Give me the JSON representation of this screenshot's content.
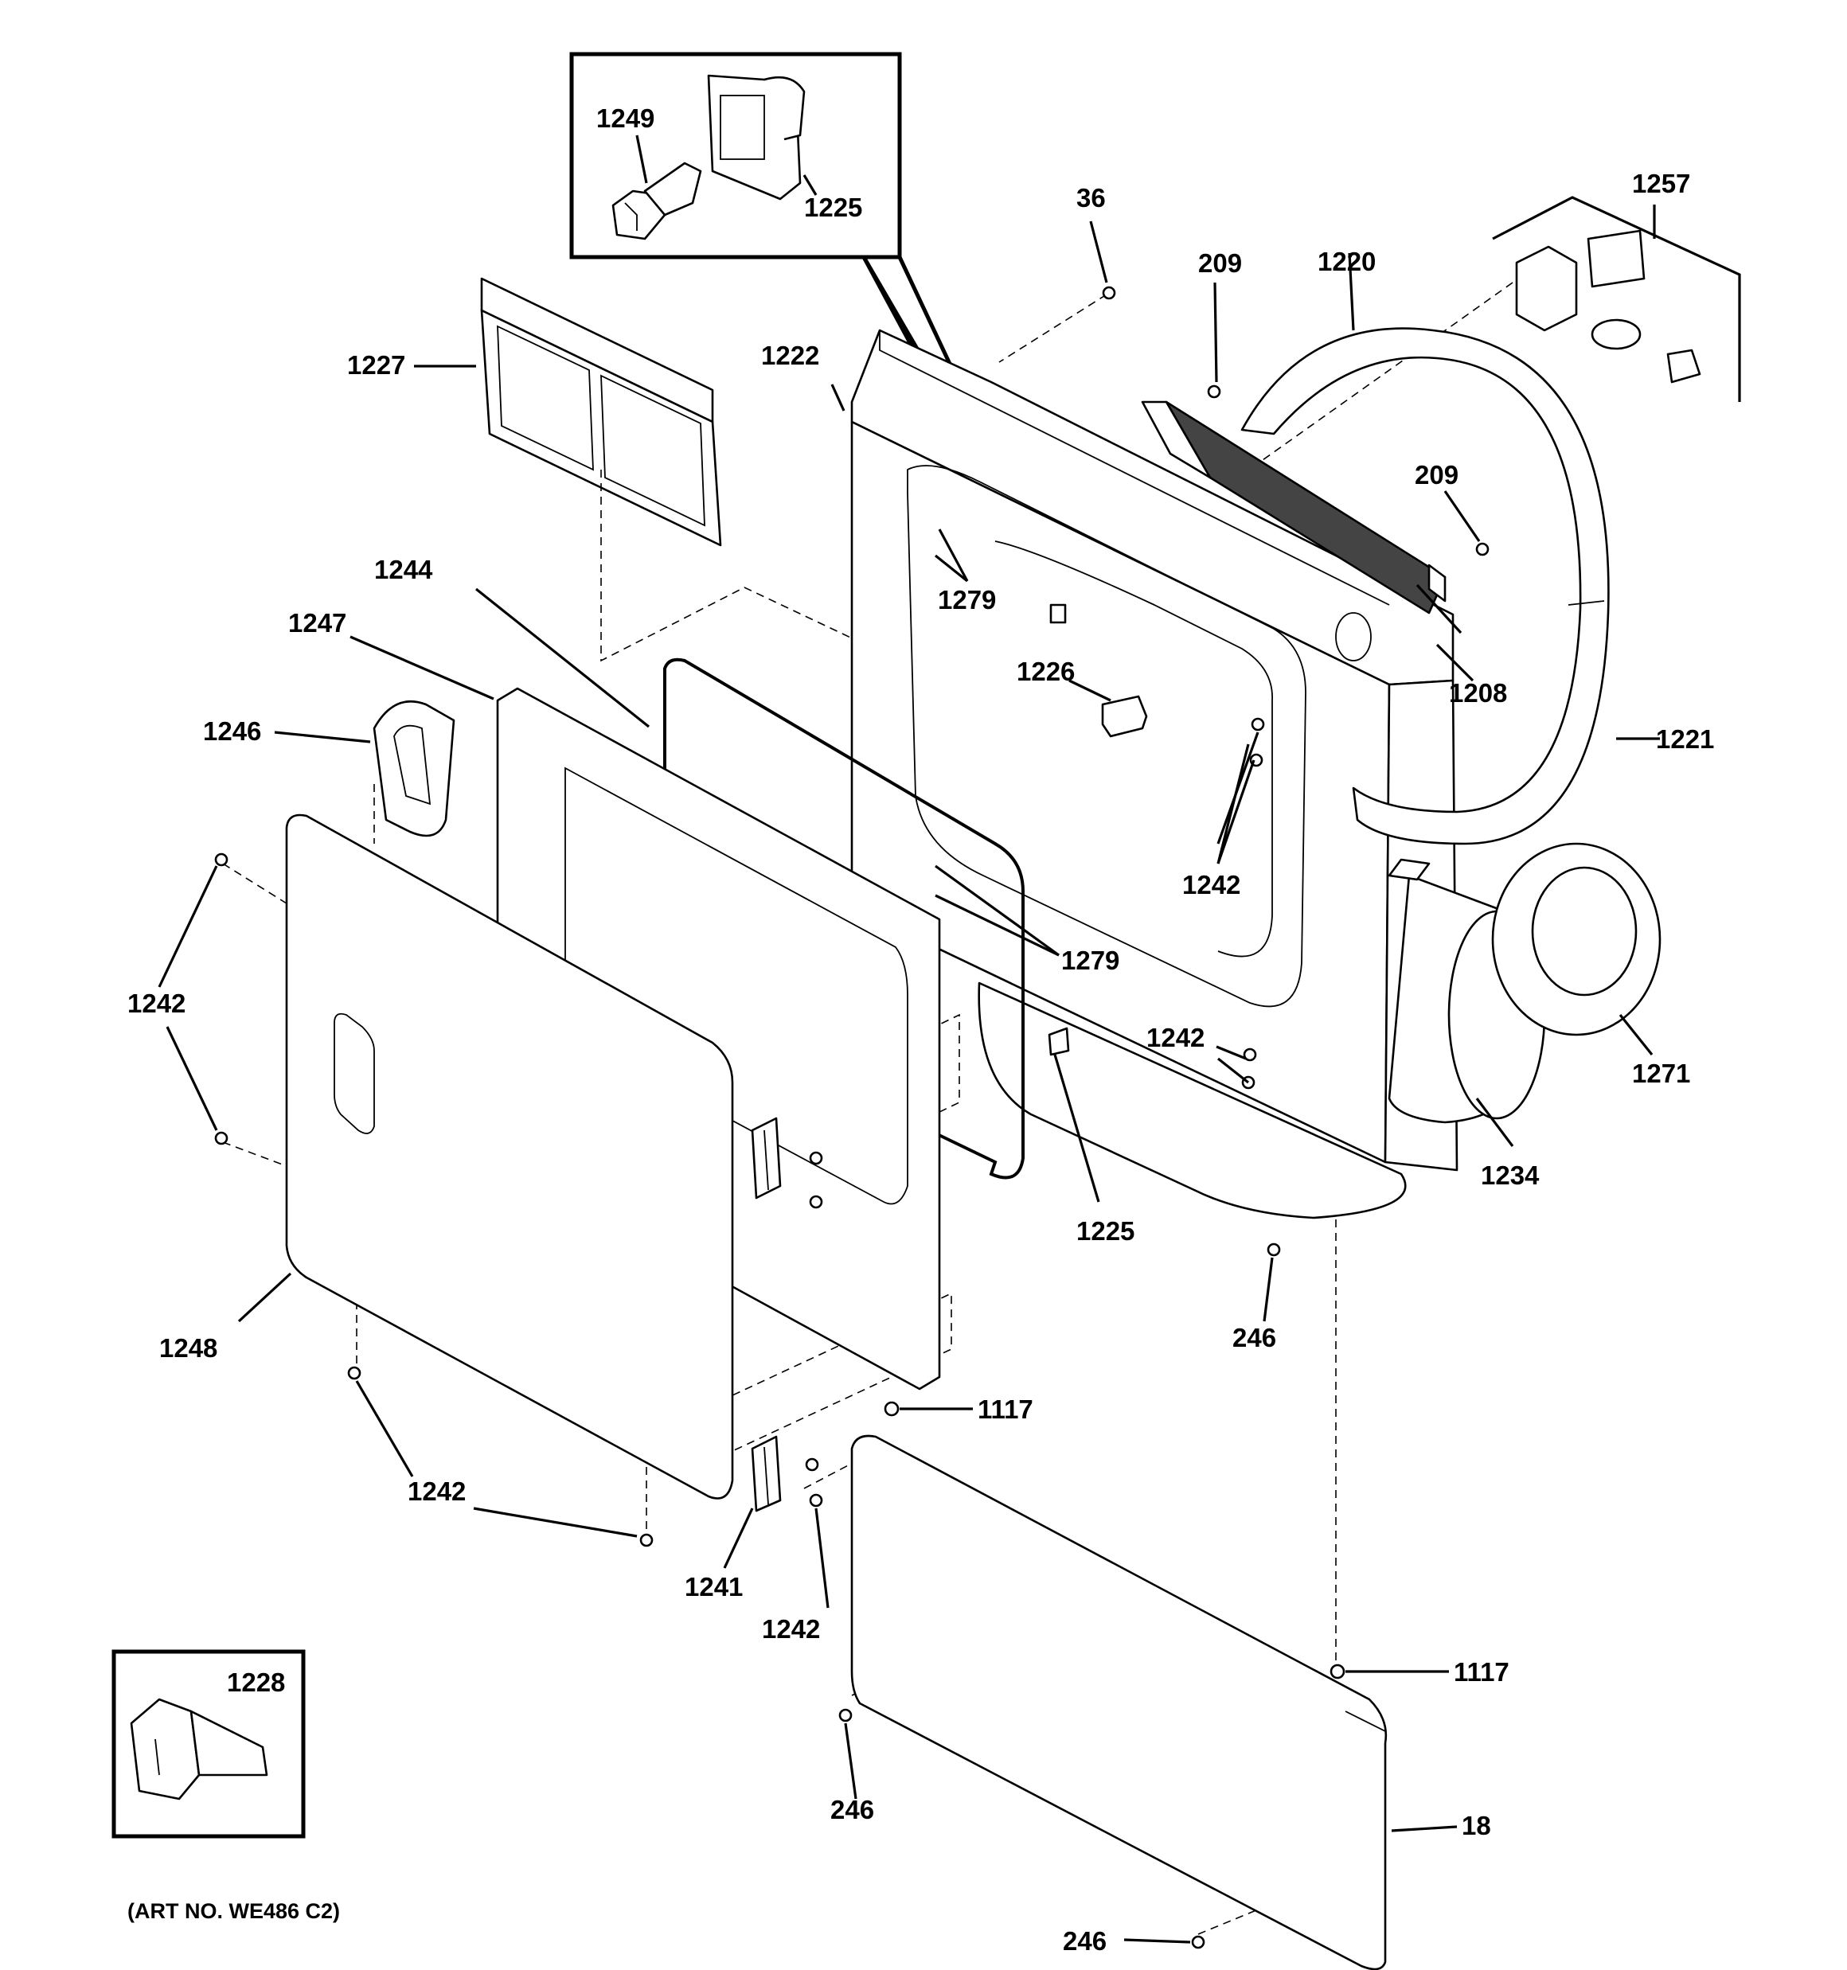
{
  "diagram": {
    "art_number": "(ART NO. WE486 C2)",
    "labels": {
      "l1249": "1249",
      "l1225a": "1225",
      "l36": "36",
      "l209a": "209",
      "l1220": "1220",
      "l1257": "1257",
      "l1227": "1227",
      "l1222": "1222",
      "l209b": "209",
      "l1244": "1244",
      "l1279a": "1279",
      "l1247": "1247",
      "l1226": "1226",
      "l1208": "1208",
      "l1246": "1246",
      "l1221": "1221",
      "l1242a": "1242",
      "l1279b": "1279",
      "l1242b": "1242",
      "l1242c": "1242",
      "l1271": "1271",
      "l1234": "1234",
      "l1225b": "1225",
      "l246a": "246",
      "l1248": "1248",
      "l1117a": "1117",
      "l1242d": "1242",
      "l1241": "1241",
      "l1242e": "1242",
      "l1228": "1228",
      "l1117b": "1117",
      "l246b": "246",
      "l18": "18",
      "l246c": "246"
    }
  }
}
